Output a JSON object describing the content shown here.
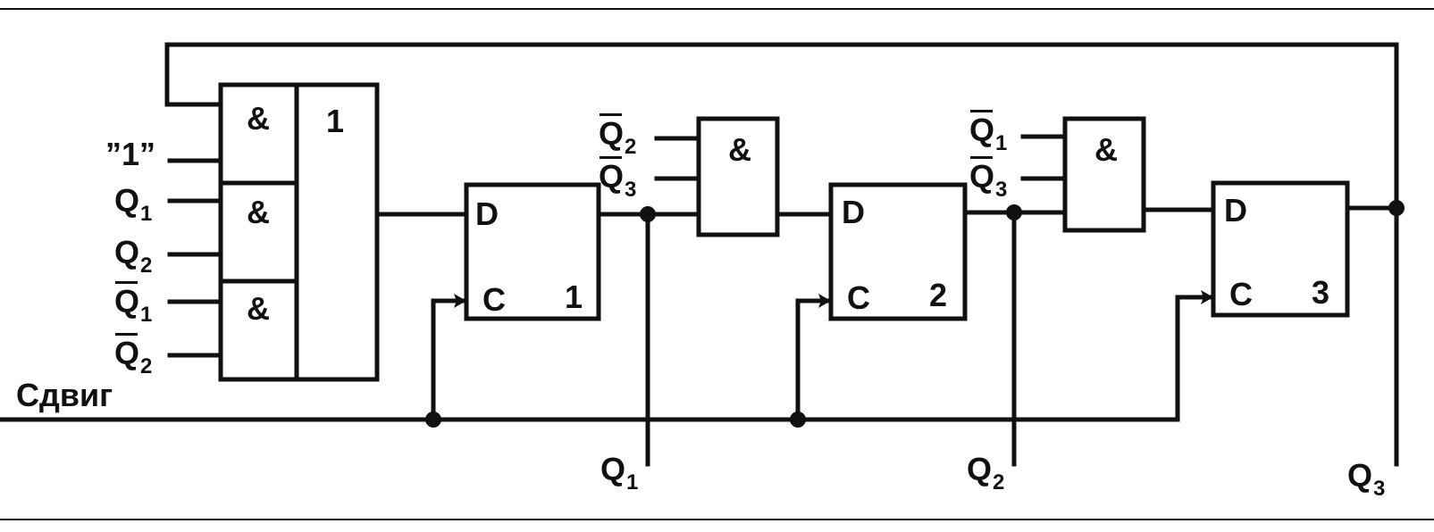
{
  "colors": {
    "ink": "#111111",
    "background": "#ffffff"
  },
  "signals": {
    "Q_letter": "Q",
    "idx1": "1",
    "idx2": "2",
    "idx3": "3",
    "one_const": "”1”",
    "shift": "Сдвиг"
  },
  "and_or": {
    "and_symbol": "&",
    "or_symbol": "1"
  },
  "dff": {
    "d_label": "D",
    "c_label": "C",
    "ff1": "1",
    "ff2": "2",
    "ff3": "3"
  },
  "gates": {
    "gate1": "&",
    "gate2": "&"
  }
}
